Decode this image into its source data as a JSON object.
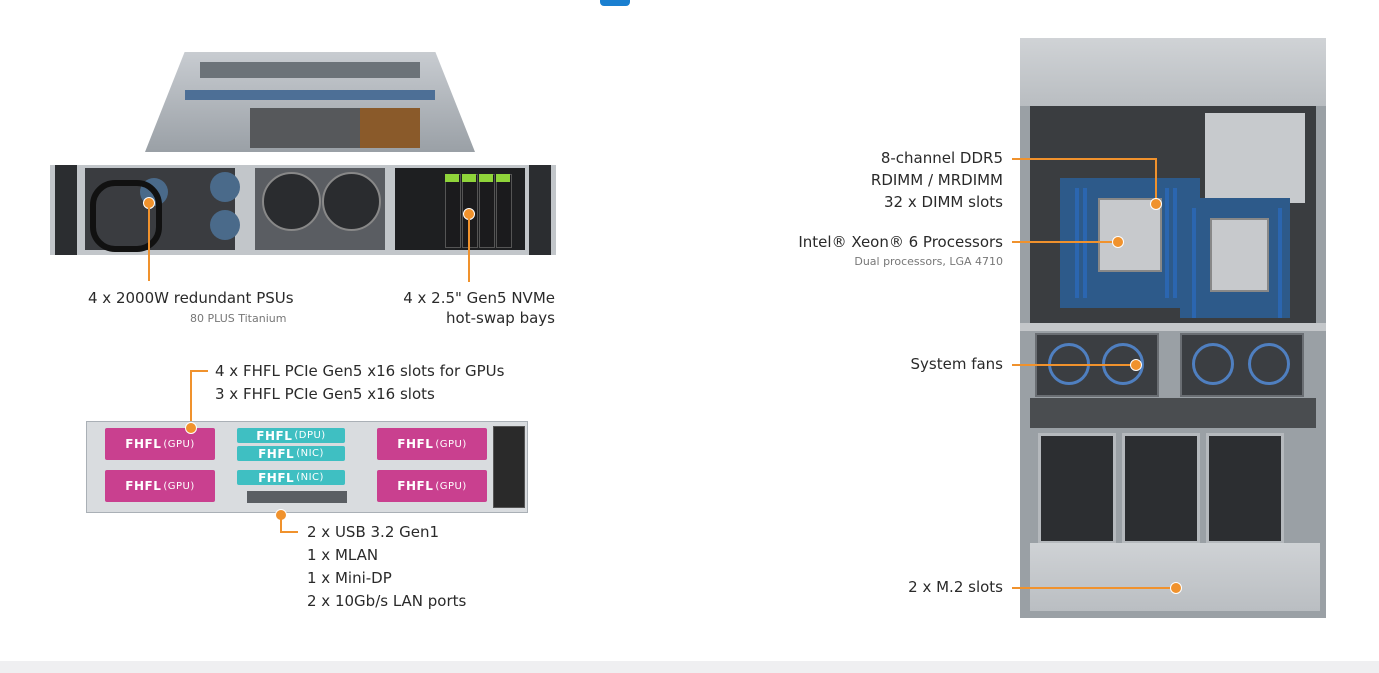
{
  "front_labels": {
    "psu": {
      "title": "4 x 2000W redundant PSUs",
      "sub": "80 PLUS Titanium"
    },
    "nvme": {
      "line1": "4 x 2.5\" Gen5 NVMe",
      "line2": "hot-swap bays"
    }
  },
  "rear_labels": {
    "pcie": {
      "line1": "4 x FHFL PCIe Gen5 x16 slots for GPUs",
      "line2": "3 x FHFL PCIe Gen5 x16 slots"
    },
    "io": {
      "line1": "2 x USB 3.2 Gen1",
      "line2": "1 x MLAN",
      "line3": "1 x Mini-DP",
      "line4": "2 x 10Gb/s LAN ports"
    },
    "slots": {
      "gpu_main": "FHFL",
      "gpu_tag": "(GPU)",
      "dpu_main": "FHFL",
      "dpu_tag": "(DPU)",
      "nic_main": "FHFL",
      "nic_tag": "(NIC)"
    }
  },
  "top_labels": {
    "memory": {
      "line1": "8-channel DDR5",
      "line2": "RDIMM / MRDIMM",
      "line3": "32 x DIMM slots"
    },
    "cpu": {
      "title": "Intel® Xeon® 6 Processors",
      "sub": "Dual processors, LGA 4710"
    },
    "fans": {
      "title": "System fans"
    },
    "m2": {
      "title": "2 x M.2 slots"
    }
  },
  "colors": {
    "accent": "#f0922d",
    "gpu_slot": "#c9408f",
    "dpu_slot": "#3fbfc2",
    "footer": "#efeff1"
  }
}
